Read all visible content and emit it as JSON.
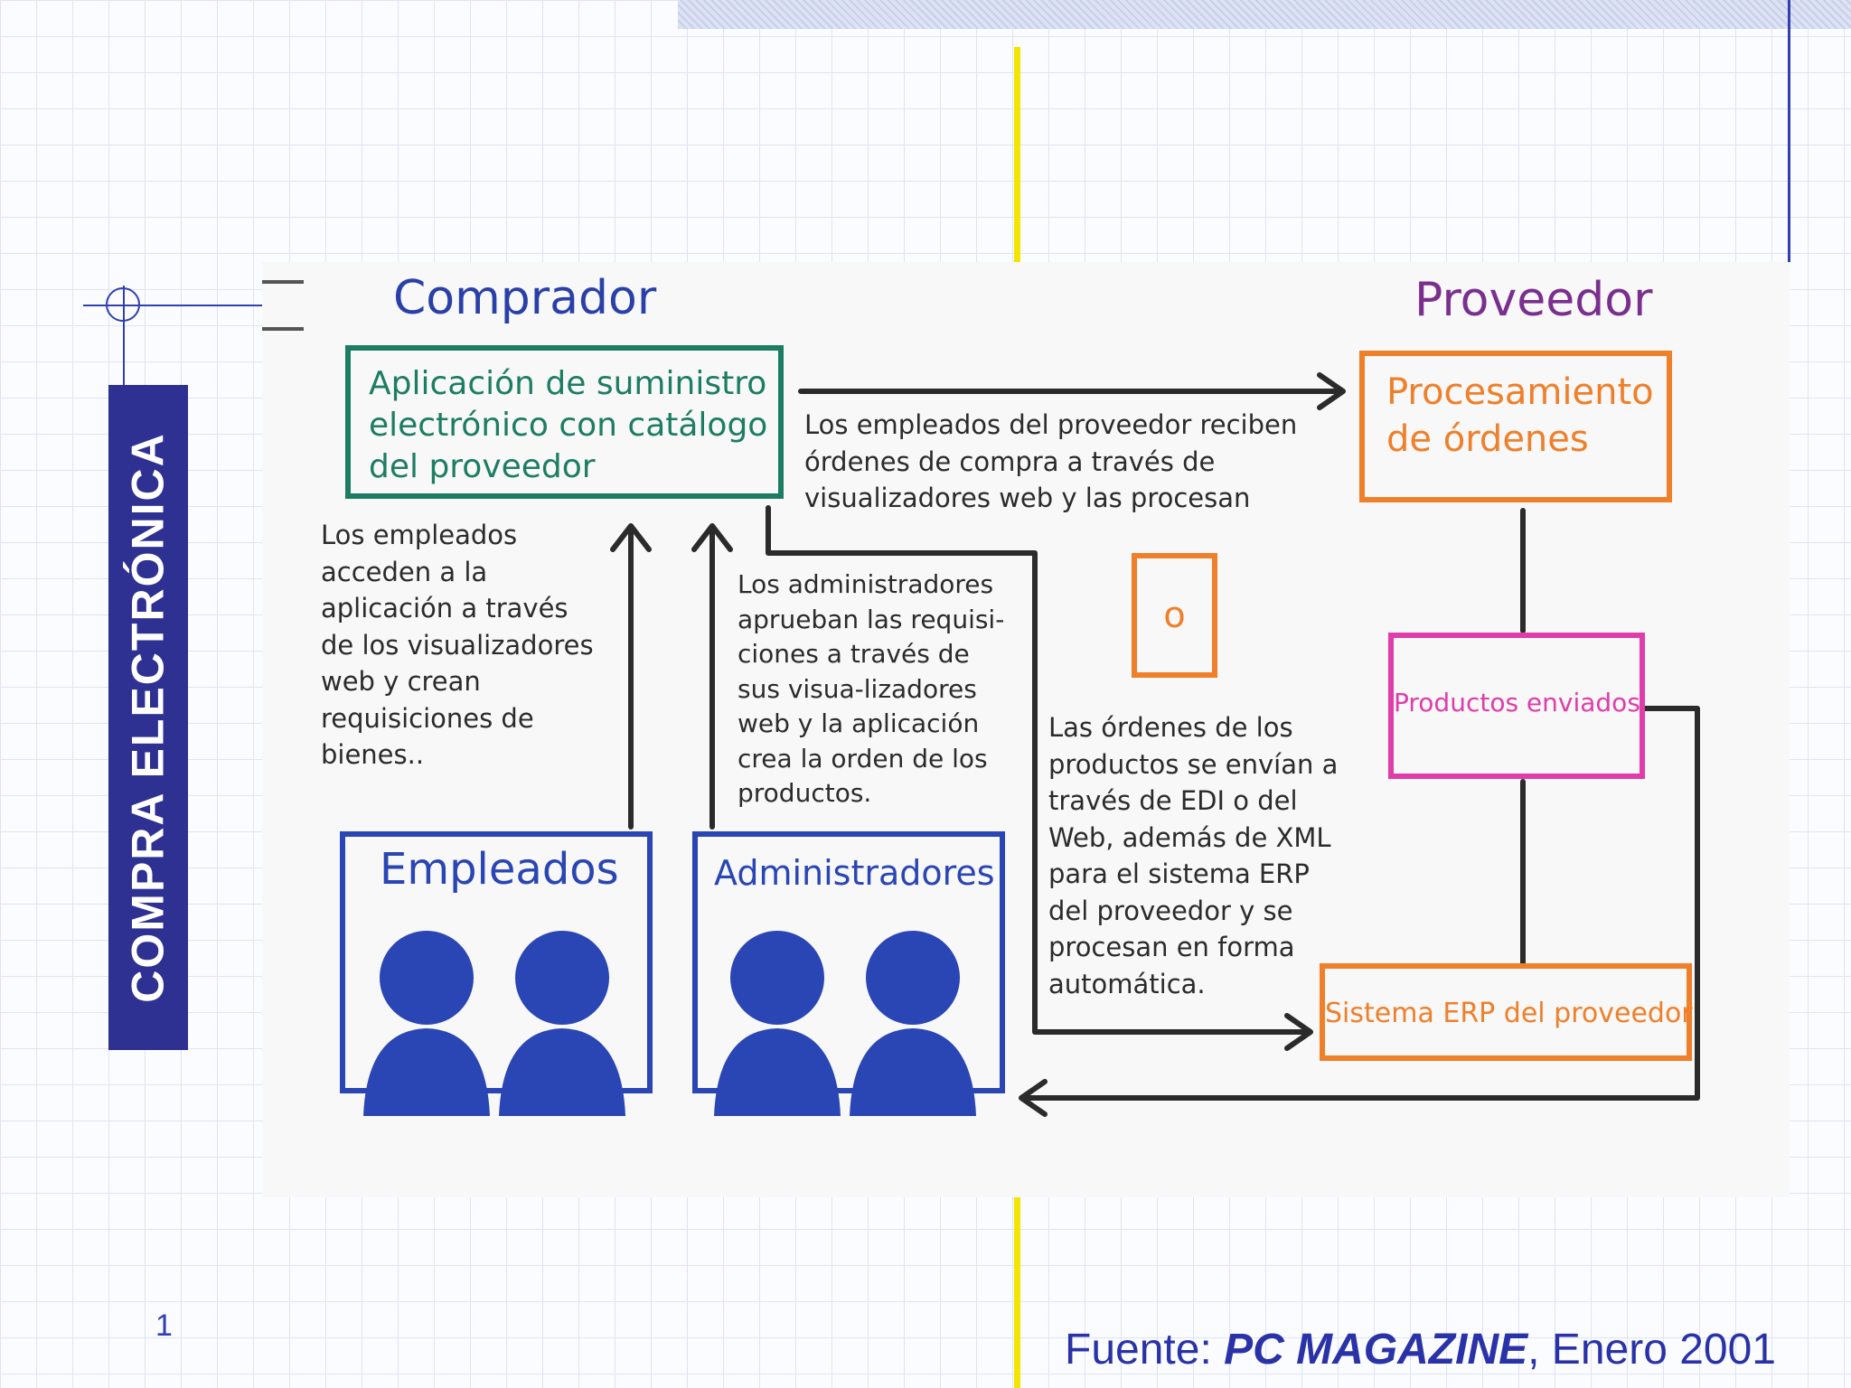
{
  "slide": {
    "section_title": "COMPRA ELECTRÓNICA",
    "slide_number": "1",
    "source": {
      "prefix": "Fuente:",
      "publication": "PC MAGAZINE",
      "suffix": ", Enero 2001"
    }
  },
  "diagram": {
    "buyer_title": "Comprador",
    "supplier_title": "Proveedor",
    "catalog_app": [
      "Aplicación de suministro",
      "electrónico con catálogo",
      "del proveedor"
    ],
    "order_processing": [
      "Procesamiento",
      "de órdenes"
    ],
    "supplier_employees_note": [
      "Los empleados del proveedor reciben",
      "órdenes de compra a través de",
      "visualizadores web y las procesan"
    ],
    "employees_note": [
      "Los empleados",
      "acceden a la",
      "aplicación a través",
      "de los visualizadores",
      "web y crean",
      "requisiciones de",
      "bienes.."
    ],
    "admins_note": [
      "Los administradores",
      "aprueban las requisi-",
      "ciones a través de",
      "sus visua-lizadores",
      "web y la aplicación",
      "crea la orden de los",
      "productos."
    ],
    "or_label": "o",
    "products_shipped": "Productos enviados",
    "edi_note": [
      "Las órdenes de los",
      "productos se envían a",
      "través de EDI o del",
      "Web, además de XML",
      "para el sistema ERP",
      "del proveedor y se",
      "procesan en forma",
      "automática."
    ],
    "employees_box": "Empleados",
    "admins_box": "Administradores",
    "erp_box": "Sistema ERP del proveedor",
    "colors": {
      "buyer": "#2a40a8",
      "app_box": "#1d7d63",
      "supplier": "#7a2f8f",
      "orange": "#f07f2a",
      "magenta": "#e03caa",
      "people": "#2a45b4",
      "arrow": "#2b2b2b"
    }
  }
}
